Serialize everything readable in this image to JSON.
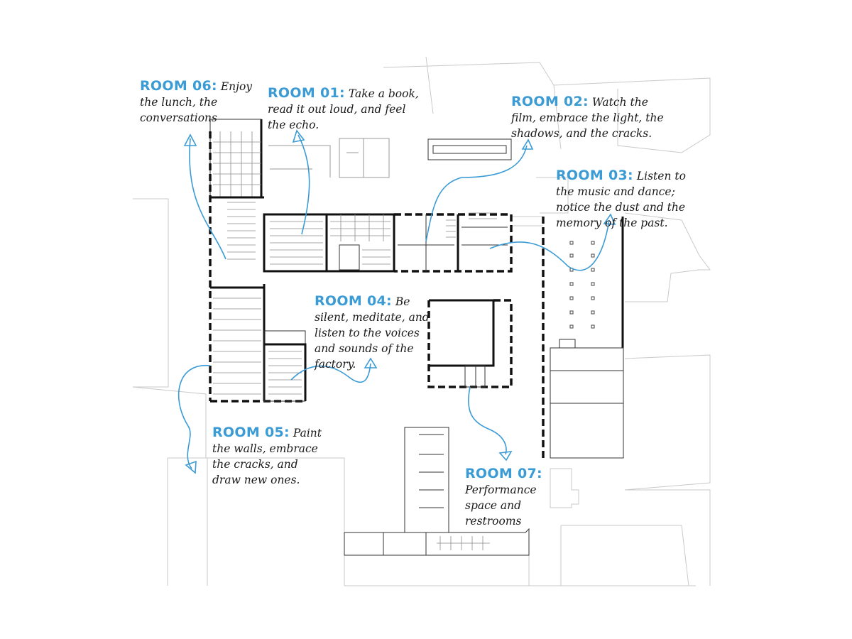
{
  "accent_color": "#3a9bd5",
  "rooms": [
    {
      "id": "06",
      "number": "ROOM 06:",
      "text": "Enjoy the lunch, the conversations"
    },
    {
      "id": "01",
      "number": "ROOM 01:",
      "text": "Take a book, read it out loud, and feel the echo."
    },
    {
      "id": "02",
      "number": "ROOM 02:",
      "text": "Watch the film, embrace the light, the shadows, and the cracks."
    },
    {
      "id": "03",
      "number": "ROOM 03:",
      "text": "Listen to the music and dance; notice the dust and the memory of the past."
    },
    {
      "id": "04",
      "number": "ROOM 04:",
      "text": "Be silent, meditate, and listen to the voices and sounds of the factory."
    },
    {
      "id": "05",
      "number": "ROOM 05:",
      "text": "Paint the walls, embrace the cracks, and draw new ones."
    },
    {
      "id": "07",
      "number": "ROOM 07:",
      "text": "Performance space and restrooms"
    }
  ]
}
